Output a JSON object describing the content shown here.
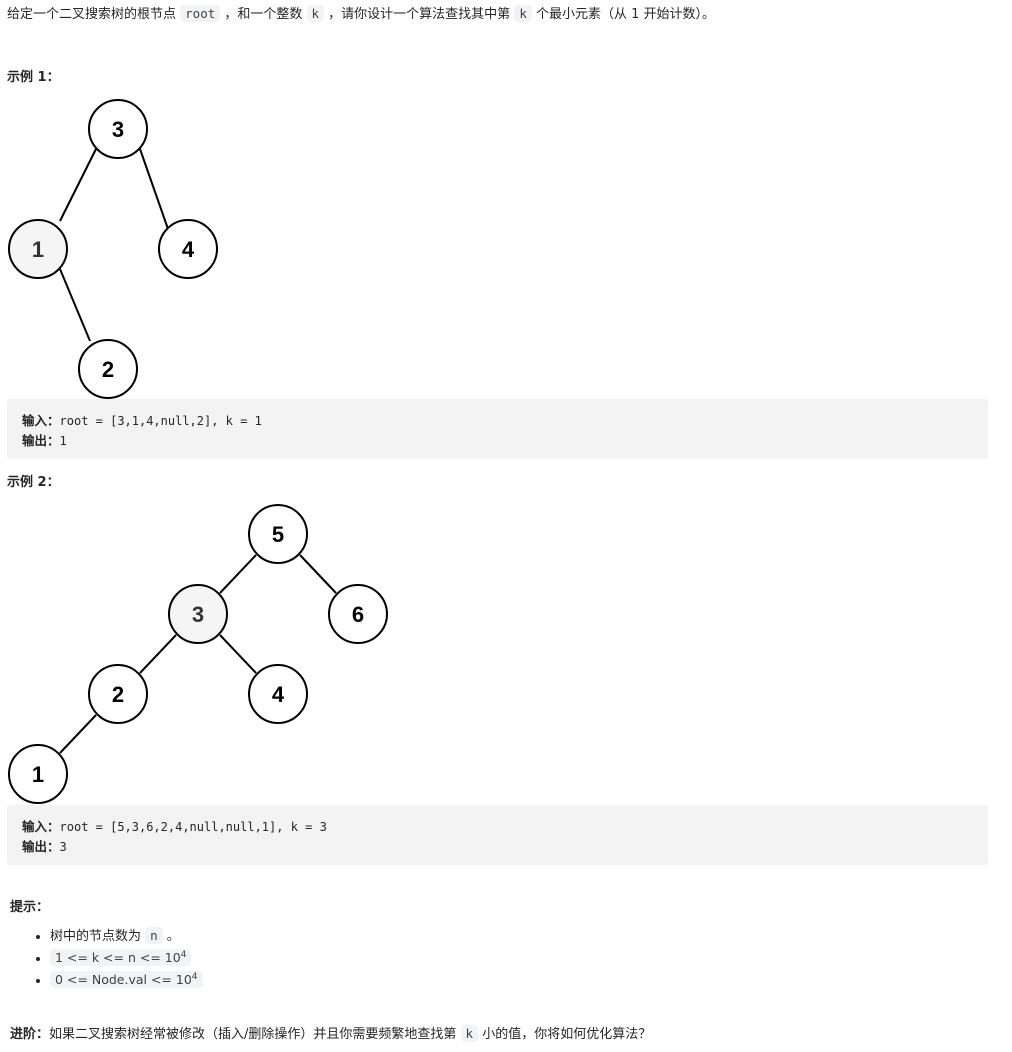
{
  "intro": {
    "p1": "给定一个二叉搜索树的根节点 ",
    "code1": "root",
    "p2": " ，和一个整数 ",
    "code2": "k",
    "p3": " ，请你设计一个算法查找其中第 ",
    "code3": "k",
    "p4": " 个最小元素（从 1 开始计数）。"
  },
  "example1": {
    "title": "示例 1：",
    "nodes": [
      "3",
      "1",
      "4",
      "2"
    ],
    "input_label": "输入：",
    "input_value": "root = [3,1,4,null,2], k = 1",
    "output_label": "输出：",
    "output_value": "1"
  },
  "example2": {
    "title": "示例 2：",
    "nodes": [
      "5",
      "3",
      "6",
      "2",
      "4",
      "1"
    ],
    "input_label": "输入：",
    "input_value": "root = [5,3,6,2,4,null,null,1], k = 3",
    "output_label": "输出：",
    "output_value": "3"
  },
  "hints": {
    "title": "提示：",
    "item1_text": "树中的节点数为 ",
    "item1_code": "n",
    "item1_suffix": " 。",
    "item2_base": "1 <= k <= n <= 10",
    "item2_sup": "4",
    "item3_base": "0 <= Node.val <= 10",
    "item3_sup": "4"
  },
  "followup": {
    "label": "进阶：",
    "p1": "如果二叉搜索树经常被修改（插入/删除操作）并且你需要频繁地查找第 ",
    "code": "k",
    "p2": " 小的值，你将如何优化算法？"
  },
  "colors": {
    "node_fill": "#ffffff",
    "node_highlight_fill": "#f5f5f5",
    "stroke": "#000000",
    "code_bg": "#f2f3f5",
    "example_bg": "#f3f3f3"
  }
}
